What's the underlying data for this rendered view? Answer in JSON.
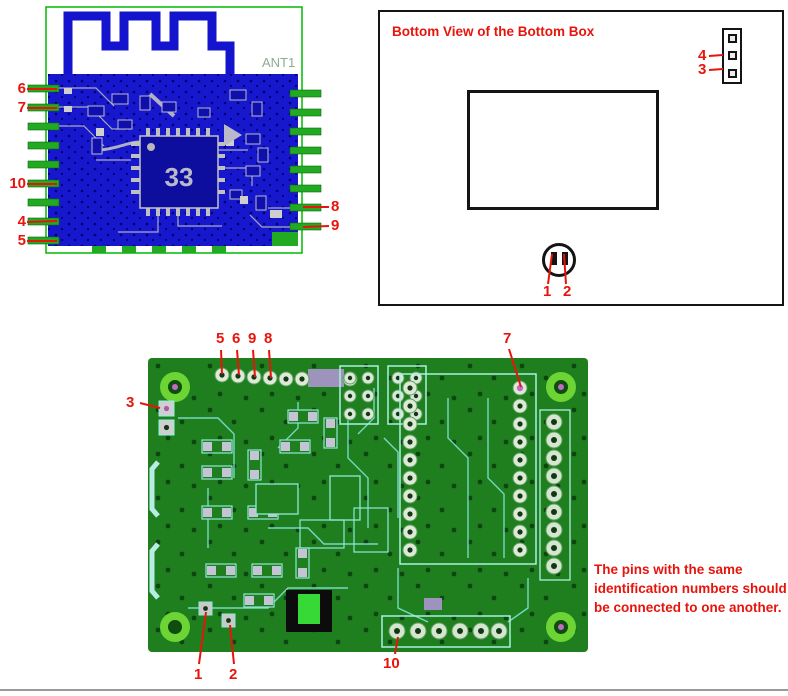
{
  "module_view": {
    "ant_label": "ANT1",
    "chip_label": "33",
    "pin_labels": {
      "p6": "6",
      "p7": "7",
      "p10": "10",
      "p4": "4",
      "p5": "5",
      "p8": "8",
      "p9": "9"
    }
  },
  "bottom_box_view": {
    "title": "Bottom View of the Bottom Box",
    "pin_labels": {
      "p4": "4",
      "p3": "3",
      "p1": "1",
      "p2": "2"
    }
  },
  "pcb_view": {
    "pin_labels": {
      "p5": "5",
      "p6": "6",
      "p9": "9",
      "p8": "8",
      "p7": "7",
      "p3": "3",
      "p1": "1",
      "p2": "2",
      "p10": "10"
    }
  },
  "note": {
    "text": "The pins with the same identification numbers should be connected to one another."
  },
  "colors": {
    "label_red": "#e8140c",
    "module_blue": "#1717cd",
    "board_green": "#1f7f1f",
    "trace_teal": "#7fe3d2",
    "outline_green": "#00bb00"
  }
}
